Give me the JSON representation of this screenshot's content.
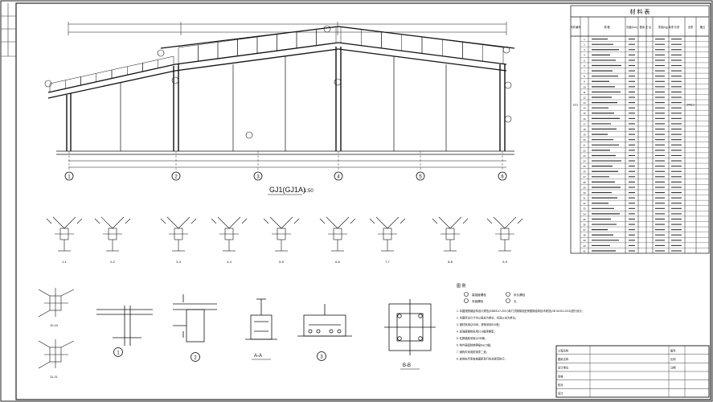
{
  "frame_title": "GJ1(GJ1A)",
  "frame_scale": "1:50",
  "axis_labels": [
    "1",
    "2",
    "3",
    "4",
    "5",
    "6"
  ],
  "material_table": {
    "title": "材 料 表",
    "headers": [
      "构件编号",
      "规 格",
      "长度(mm)",
      "数量 正 反",
      "重量(kg) 单重 共重",
      "总重",
      "备注"
    ],
    "row_numbers": [
      "1",
      "2",
      "3",
      "4",
      "5",
      "6",
      "7",
      "8",
      "9",
      "10",
      "11",
      "12",
      "13",
      "14",
      "15",
      "16",
      "17",
      "18",
      "19",
      "20",
      "21",
      "22",
      "23",
      "24",
      "25",
      "26",
      "27",
      "28",
      "29",
      "30",
      "31",
      "32",
      "33",
      "34",
      "35",
      "36",
      "37",
      "38",
      "39",
      "40",
      "41"
    ],
    "total_weight": "3446.2",
    "member_mark": "GJ1"
  },
  "sections": [
    "1-1",
    "2-2",
    "3-3",
    "4-4",
    "5-5",
    "6-6",
    "7-7",
    "8-8",
    "9-9",
    "10-10",
    "11-11"
  ],
  "nodes": [
    "1",
    "2",
    "A-A",
    "3",
    "B-B"
  ],
  "legend": {
    "title": "图 例",
    "items": [
      "高强度螺栓",
      "永久螺栓",
      "安装螺栓",
      "孔"
    ]
  },
  "notes": [
    "1. 本图按照钢结构设计规范(GB50017-2017)和门式刚架轻型房屋钢结构技术规范(GB 51022-2015)进行设计；",
    "2. 本图所注尺寸均以毫米为单位，标高以米为单位；",
    "3. 钢材采用Q235B，焊条采用E43型；",
    "4. 高强度螺栓采用10.9级摩擦型；",
    "5. 柱脚锚栓采用Q235钢；",
    "6. 构件表面除锈等级Sa2.5级；",
    "7. 钢构件采用防锈漆二道；",
    "8. 其他未尽事宜按国家现行有关规范执行。"
  ],
  "title_block": {
    "rows": [
      [
        "工程名称",
        "",
        "图号",
        ""
      ],
      [
        "图纸名称",
        "",
        "比例",
        ""
      ],
      [
        "设计单位",
        "",
        "日期",
        ""
      ],
      [
        "审核",
        "",
        "",
        ""
      ],
      [
        "校对",
        "",
        "",
        ""
      ],
      [
        "设计",
        "",
        "",
        ""
      ]
    ]
  }
}
